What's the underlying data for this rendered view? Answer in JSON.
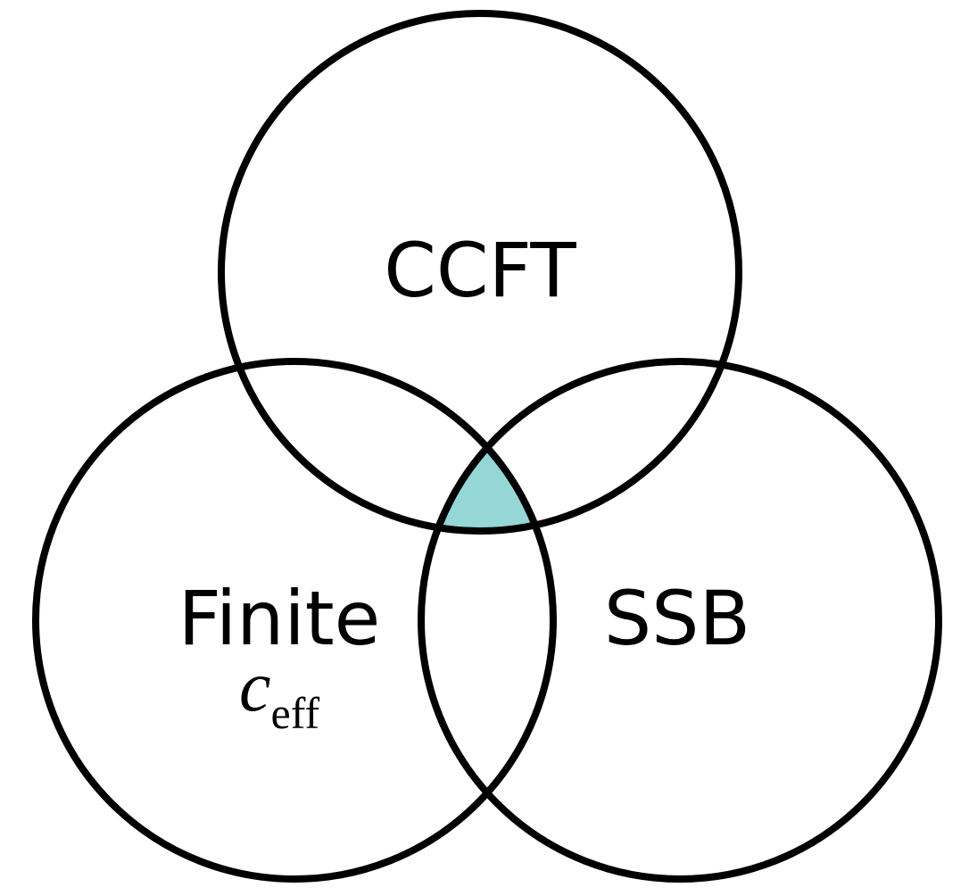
{
  "diagram": {
    "circles": [
      {
        "id": "top",
        "label": "CCFT"
      },
      {
        "id": "left",
        "label": "Finite",
        "sub_main": "c",
        "sub_subscript": "eff"
      },
      {
        "id": "right",
        "label": "SSB"
      }
    ],
    "intersection_fill": "#95d6d6",
    "stroke_color": "#000000"
  }
}
